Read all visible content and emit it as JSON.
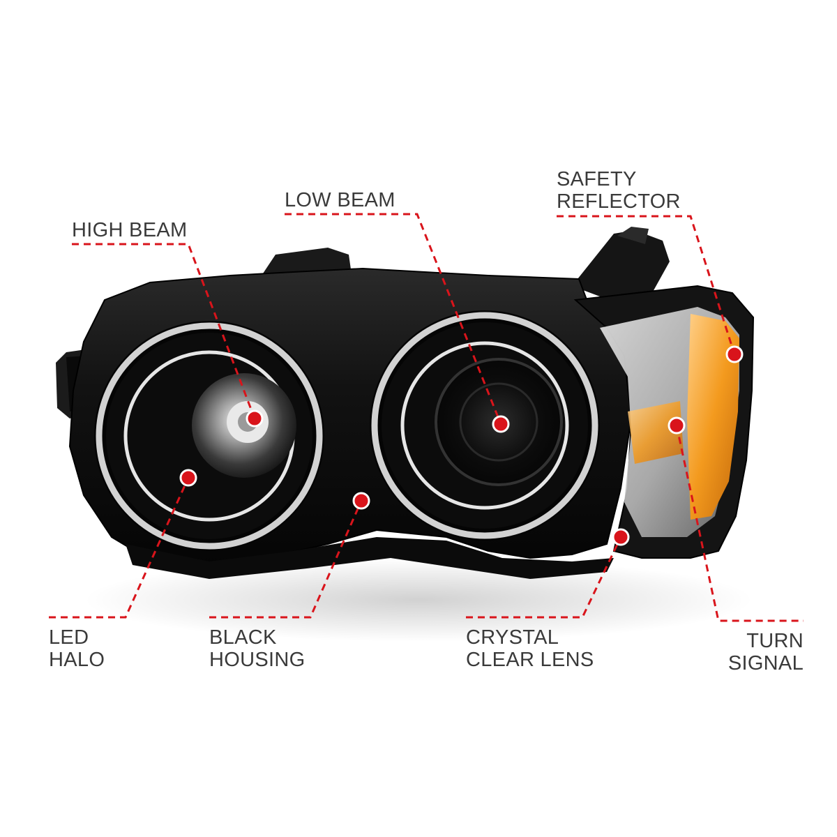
{
  "colors": {
    "leader_line": "#d9141b",
    "label_text": "#3a3a3a",
    "housing": "#101010",
    "chrome_ring": "#c9c9c9",
    "amber_reflector": "#f39a1e"
  },
  "callouts": {
    "high_beam": {
      "line1": "HIGH BEAM"
    },
    "low_beam": {
      "line1": "LOW BEAM"
    },
    "safety_reflector": {
      "line1": "SAFETY",
      "line2": "REFLECTOR"
    },
    "led_halo": {
      "line1": "LED",
      "line2": "HALO"
    },
    "black_housing": {
      "line1": "BLACK",
      "line2": "HOUSING"
    },
    "crystal_clear_lens": {
      "line1": "CRYSTAL",
      "line2": "CLEAR LENS"
    },
    "turn_signal": {
      "line1": "TURN",
      "line2": "SIGNAL"
    }
  },
  "product": {
    "icon": "headlight-assembly-illustration"
  }
}
